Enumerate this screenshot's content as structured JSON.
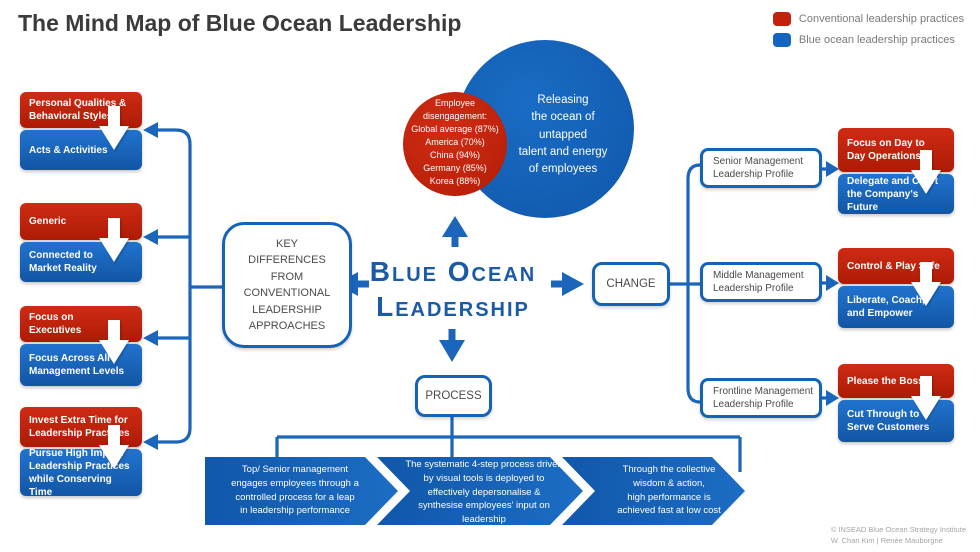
{
  "title": "The Mind Map of Blue Ocean Leadership",
  "legend": {
    "conventional": "Conventional leadership practices",
    "blue_ocean": "Blue ocean leadership practices"
  },
  "colors": {
    "red": "#c2220c",
    "blue": "#1565c0"
  },
  "center": {
    "line1": "Blue Ocean",
    "line2": "Leadership"
  },
  "blue_circle_text": "Releasing\nthe ocean of\nuntapped\ntalent and energy\nof employees",
  "red_circle_text": "Employee\ndisengagement:\nGlobal average (87%)\nAmerica (70%)\nChina (94%)\nGermany (85%)\nKorea (88%)",
  "key_differences": "KEY\nDIFFERENCES\nFROM\nCONVENTIONAL\nLEADERSHIP\nAPPROACHES",
  "change_label": "CHANGE",
  "process_label": "PROCESS",
  "left_pairs": [
    {
      "red": "Personal Qualities &\nBehavioral Styles",
      "blue": "Acts & Activities"
    },
    {
      "red": "Generic",
      "blue": "Connected to\nMarket Reality"
    },
    {
      "red": "Focus on\nExecutives",
      "blue": "Focus Across All\nManagement Levels"
    },
    {
      "red": "Invest Extra Time for\nLeadership Practices",
      "blue": "Pursue High Impact\nLeadership Practices\nwhile Conserving Time"
    }
  ],
  "profiles": [
    {
      "label": "Senior Management\nLeadership Profile",
      "red": "Focus on Day to\nDay Operations",
      "blue": "Delegate and Chart\nthe Company's Future"
    },
    {
      "label": "Middle Management\nLeadership Profile",
      "red": "Control & Play Safe",
      "blue": "Liberate, Coach,\nand Empower"
    },
    {
      "label": "Frontline Management\nLeadership Profile",
      "red": "Please the Boss",
      "blue": "Cut Through to\nServe Customers"
    }
  ],
  "process_steps": [
    "Top/ Senior management\nengages employees through a\ncontrolled process for a leap\nin leadership performance",
    "The systematic 4-step process driven\nby visual tools is deployed to\neffectively depersonalise &\nsynthesise employees' input on\nleadership",
    "Through the collective\nwisdom & action,\nhigh performance is\nachieved fast at low cost"
  ],
  "footer": {
    "line1": "© INSEAD Blue Ocean Strategy Institute",
    "line2": "W. Chan Kim | Renée Mauborgne"
  }
}
